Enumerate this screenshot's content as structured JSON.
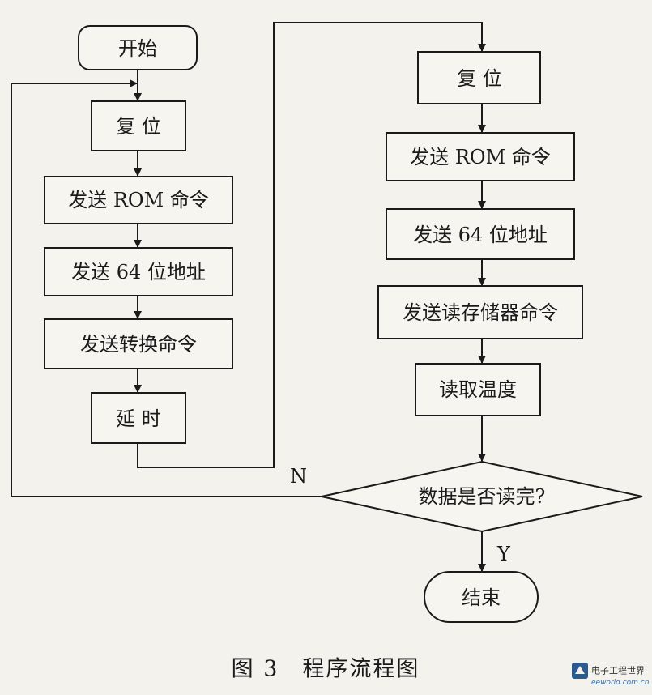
{
  "nodes": {
    "start": "开始",
    "reset_left": "复 位",
    "send_rom_left": "发送 ROM 命令",
    "send_addr_left": "发送 64 位地址",
    "send_convert": "发送转换命令",
    "delay": "延 时",
    "reset_right": "复 位",
    "send_rom_right": "发送 ROM 命令",
    "send_addr_right": "发送 64 位地址",
    "send_read_mem": "发送读存储器命令",
    "read_temp": "读取温度",
    "decision": "数据是否读完?",
    "end": "结束"
  },
  "branch_labels": {
    "no": "N",
    "yes": "Y"
  },
  "caption": "图 3　程序流程图",
  "watermark": {
    "title": "电子工程世界",
    "site": "eeworld.com.cn"
  },
  "colors": {
    "stroke": "#1a1a1a",
    "fill": "#f7f5f0",
    "background": "#f4f2ed"
  }
}
